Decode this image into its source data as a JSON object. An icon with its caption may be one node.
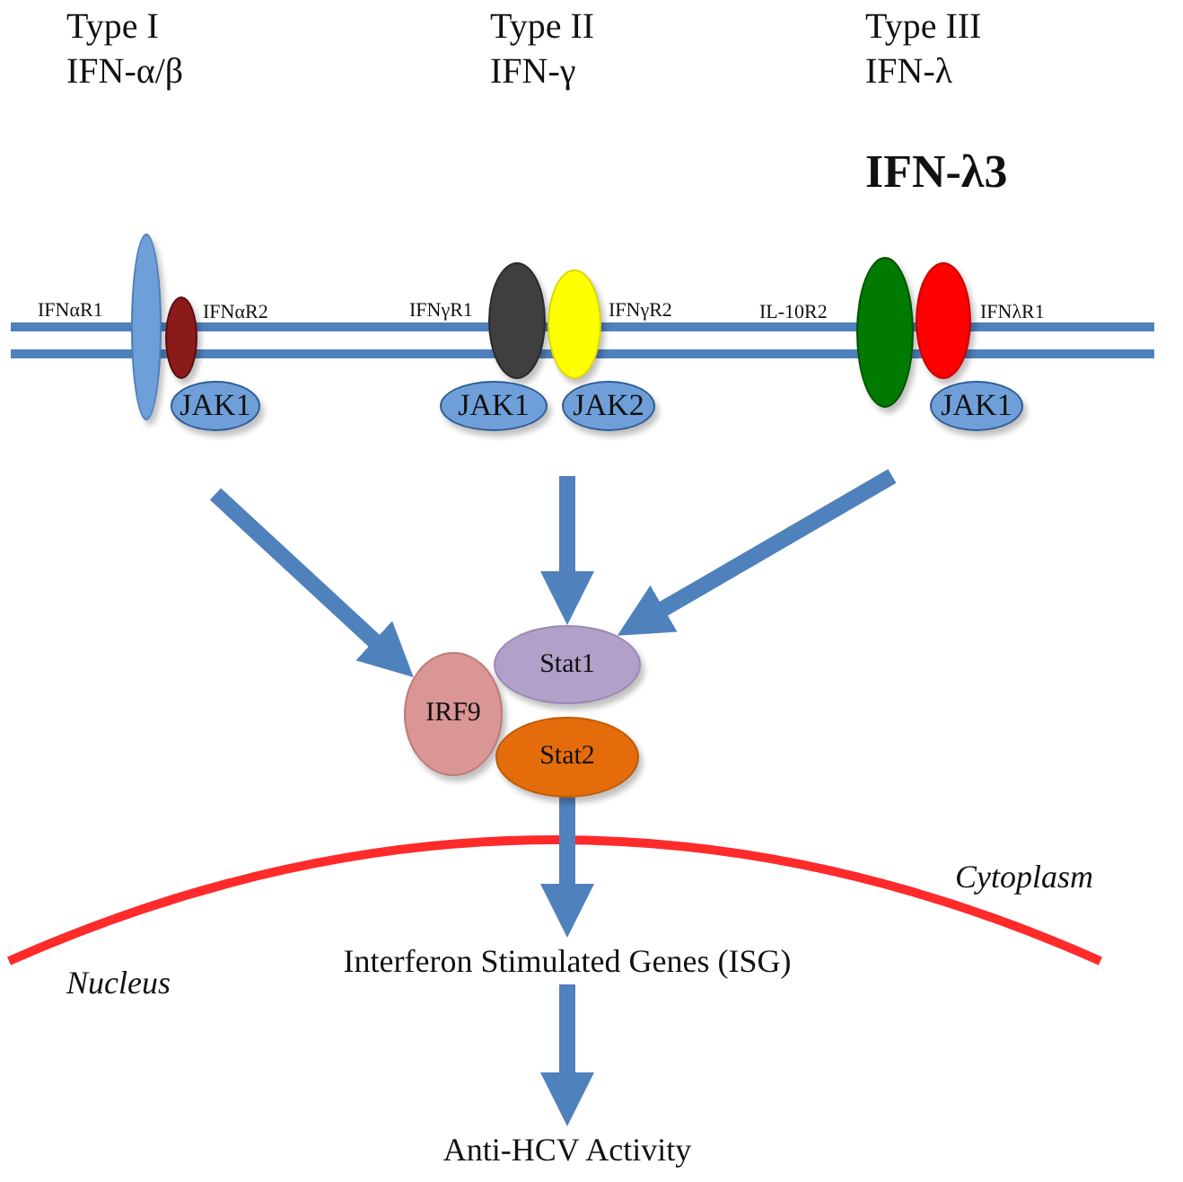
{
  "diagram": {
    "nodes": [
      {
        "text": [],
        "shape": "ellipse",
        "beside": [
          "IFNαR1"
        ]
      },
      {
        "text": [],
        "shape": "ellipse",
        "beside": [
          "IFNαR2"
        ]
      },
      {
        "text": [
          "JAK1"
        ]
      },
      {
        "text": [],
        "shape": "ellipse",
        "beside": [
          "IFNγR1"
        ]
      },
      {
        "text": [],
        "shape": "ellipse",
        "beside": [
          "IFNγR2"
        ]
      },
      {
        "text": [
          "JAK1"
        ]
      },
      {
        "text": [
          "JAK2"
        ]
      },
      {
        "text": [],
        "shape": "ellipse",
        "beside": [
          "IL-10R2"
        ]
      },
      {
        "text": [],
        "shape": "ellipse",
        "beside": [
          "IFNλR1"
        ]
      },
      {
        "text": [
          "JAK1"
        ]
      },
      {
        "text": [
          "Stat1"
        ]
      },
      {
        "text": [
          "IRF9"
        ]
      },
      {
        "text": [
          "Stat2"
        ]
      },
      {
        "text": [
          "Interferon Stimulated Genes (ISG)"
        ]
      },
      {
        "text": [
          "Anti-HCV Activity"
        ]
      }
    ],
    "edges": [
      {
        "from": null,
        "to": 11,
        "arrow": "to"
      },
      {
        "from": null,
        "to": 10,
        "arrow": "to"
      },
      {
        "from": null,
        "to": 10,
        "arrow": "to"
      },
      {
        "from": 12,
        "to": 13,
        "arrow": "to"
      },
      {
        "from": 13,
        "to": 14,
        "arrow": "to"
      }
    ],
    "labels": [
      "Type I",
      "IFN-α/β",
      "Type II",
      "IFN-γ",
      "Type III",
      "IFN-λ",
      "IFN-λ3",
      "Cytoplasm",
      "Nucleus"
    ]
  }
}
